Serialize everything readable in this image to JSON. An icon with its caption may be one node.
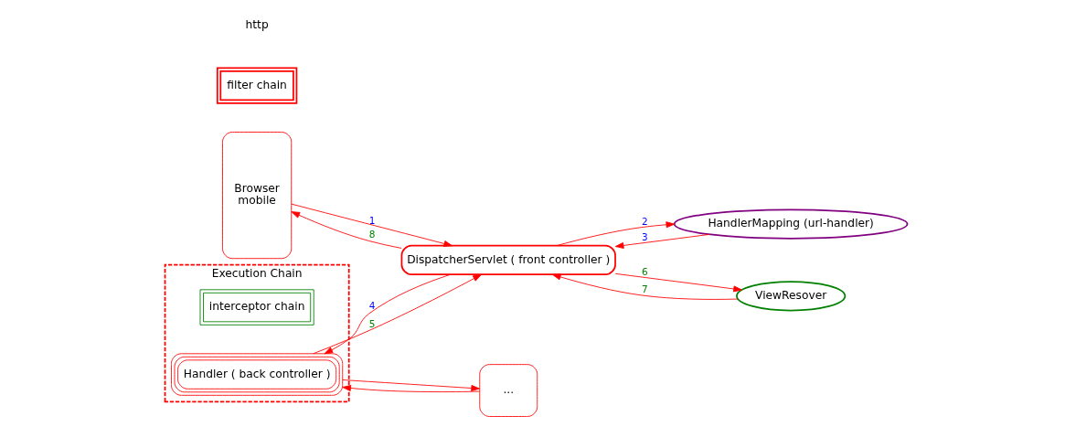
{
  "diagram": {
    "nodes": [
      {
        "text": [
          "Browser",
          "mobile"
        ]
      },
      {
        "text": [
          "filter chain"
        ]
      },
      {
        "text": [
          "HandlerMapping (url-handler)"
        ]
      },
      {
        "text": [
          "DispatcherServlet ( front controller )"
        ]
      },
      {
        "text": [
          "Execution Chain"
        ]
      },
      {
        "text": [
          "interceptor chain"
        ],
        "in": 4
      },
      {
        "text": [
          "Handler ( back controller )"
        ],
        "in": 4
      },
      {
        "text": [
          "..."
        ]
      },
      {
        "text": [
          "ViewResover"
        ]
      }
    ],
    "edges": [
      {
        "from": 0,
        "to": 3,
        "arrow": "to",
        "label": "1"
      },
      {
        "from": 3,
        "to": 2,
        "arrow": "to",
        "label": "2"
      },
      {
        "from": 2,
        "to": 3,
        "arrow": "to",
        "label": "3"
      },
      {
        "from": 3,
        "to": 6,
        "arrow": "to",
        "label": "4"
      },
      {
        "from": 6,
        "to": 3,
        "arrow": "to",
        "label": "5"
      },
      {
        "from": 3,
        "to": 8,
        "arrow": "to",
        "label": "6"
      },
      {
        "from": 8,
        "to": 3,
        "arrow": "to",
        "label": "7"
      },
      {
        "from": 3,
        "to": 0,
        "arrow": "to",
        "label": "8"
      },
      {
        "from": 6,
        "to": 7,
        "arrow": "to"
      },
      {
        "from": 7,
        "to": 6,
        "arrow": "to"
      }
    ],
    "labels": [
      "http"
    ]
  }
}
